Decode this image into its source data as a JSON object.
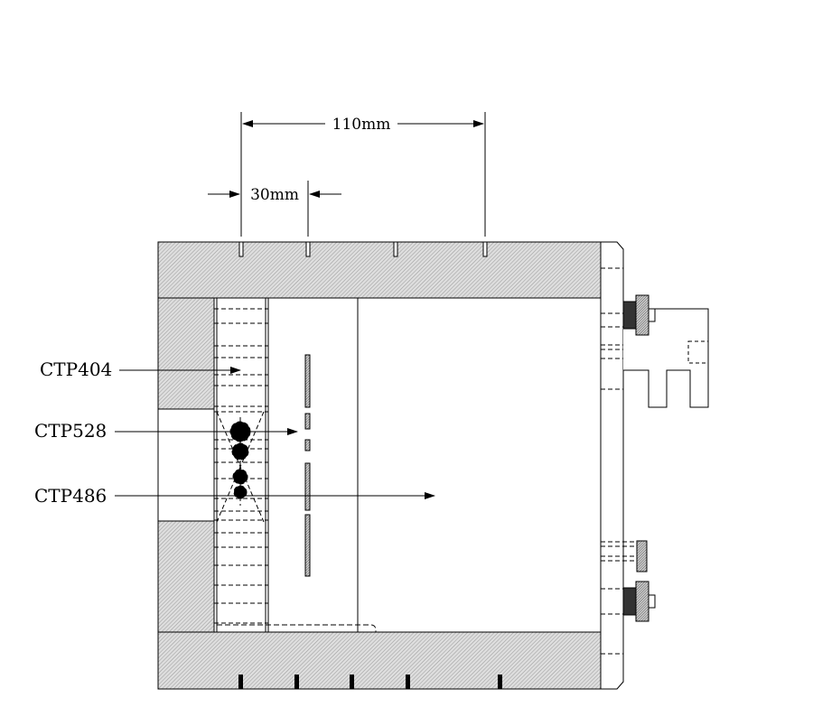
{
  "dimensions": {
    "outer": "110mm",
    "inner": "30mm"
  },
  "labels": {
    "ctp404": "CTP404",
    "ctp528": "CTP528",
    "ctp486": "CTP486"
  },
  "colors": {
    "line": "#000000",
    "hatch_fill": "#d6d6d6",
    "knob_dark": "#333333"
  },
  "icons": {
    "knob": "knurled-knob-icon"
  }
}
